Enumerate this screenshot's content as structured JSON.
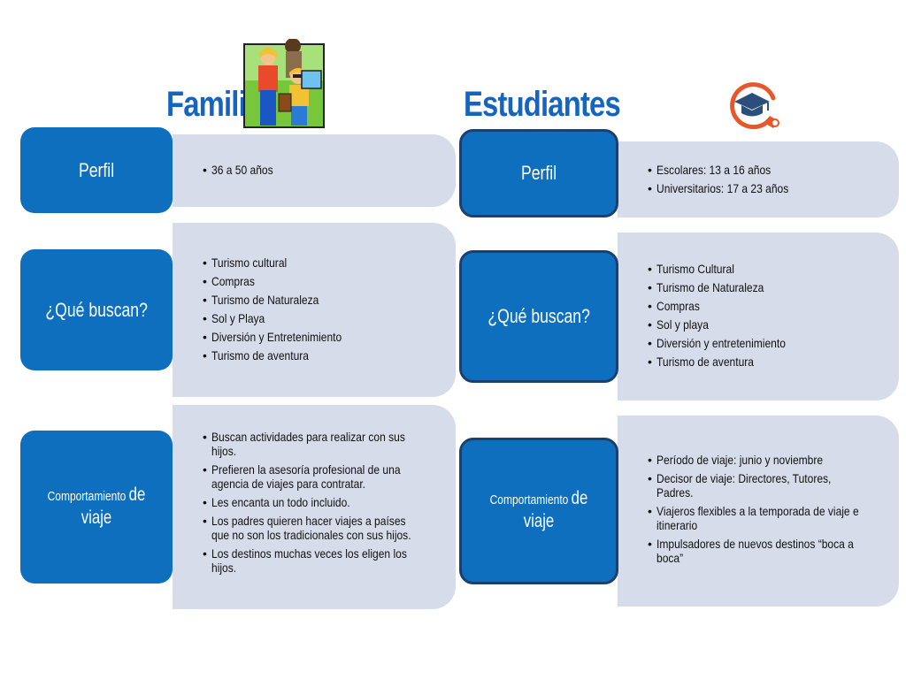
{
  "familias": {
    "title": "Famili",
    "perfil": {
      "label": "Perfil",
      "items": [
        "36 a 50 años"
      ]
    },
    "busca": {
      "label": "¿Qué buscan?",
      "items": [
        "Turismo cultural",
        "Compras",
        "Turismo de Naturaleza",
        "Sol y Playa",
        "Diversión y Entretenimiento",
        "Turismo de aventura"
      ]
    },
    "comportamiento": {
      "label_small": "Comportamiento",
      "label_large": "de viaje",
      "items": [
        "Buscan actividades para realizar con sus hijos.",
        "Prefieren la asesoría profesional de una agencia de viajes para contratar.",
        "Les encanta un todo incluido.",
        "Los padres quieren hacer viajes a países que no son los tradicionales con sus hijos.",
        "Los destinos muchas veces los eligen los hijos."
      ]
    }
  },
  "estudiantes": {
    "title": "Estudiantes",
    "perfil": {
      "label": "Perfil",
      "items": [
        "Escolares: 13 a 16 años",
        "Universitarios: 17 a 23 años"
      ]
    },
    "busca": {
      "label": "¿Qué buscan?",
      "items": [
        "Turismo Cultural",
        "Turismo de Naturaleza",
        "Compras",
        "Sol y playa",
        "Diversión y entretenimiento",
        "Turismo de aventura"
      ]
    },
    "comportamiento": {
      "label_small": "Comportamiento",
      "label_large": "de viaje",
      "items": [
        "Período de viaje: junio y noviembre",
        "Decisor de viaje: Directores, Tutores, Padres.",
        "Viajeros flexibles a la temporada de viaje e itinerario",
        "Impulsadores de nuevos destinos “boca a boca”"
      ]
    }
  },
  "icons": {
    "family": "family-clipart-icon",
    "graduation": "graduation-cap-icon"
  },
  "colors": {
    "accent": "#0f6fbf",
    "title": "#1565c0",
    "panel": "#d6dcea",
    "outline": "#1c3f6e",
    "icon_orange": "#e8572a"
  }
}
